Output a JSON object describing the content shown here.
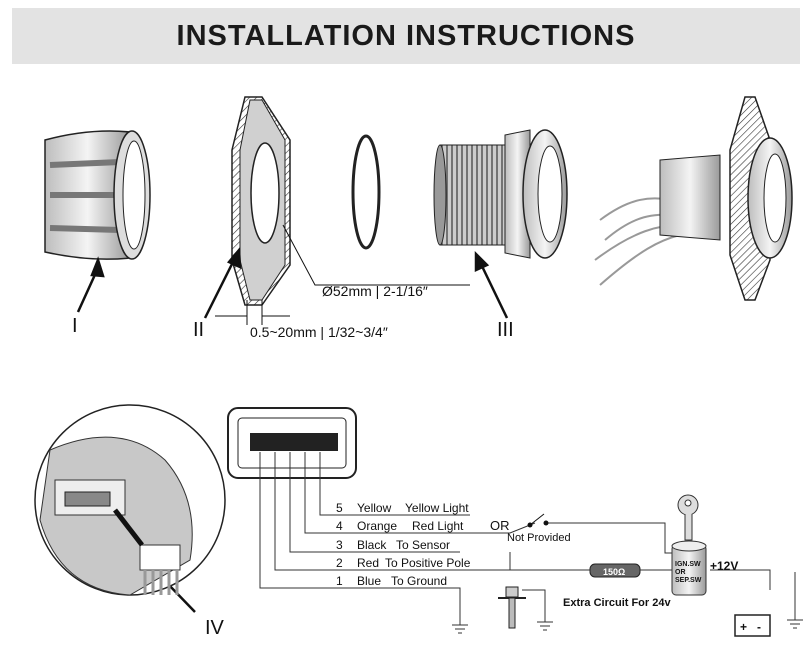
{
  "title": "INSTALLATION INSTRUCTIONS",
  "parts": {
    "labels": [
      "I",
      "II",
      "III",
      "IV"
    ],
    "diameter": "Ø52mm | 2-1/16″",
    "thickness": "0.5~20mm | 1/32~3/4″"
  },
  "wiring": [
    {
      "pin": "5",
      "color": "Yellow",
      "function": "Yellow Light"
    },
    {
      "pin": "4",
      "color": "Orange",
      "function": "Red Light"
    },
    {
      "pin": "3",
      "color": "Black",
      "function": "To Sensor"
    },
    {
      "pin": "2",
      "color": "Red",
      "function": "To Positive Pole"
    },
    {
      "pin": "1",
      "color": "Blue",
      "function": "To Ground"
    }
  ],
  "switch": {
    "or": "OR",
    "note": "Not Provided"
  },
  "ignition": {
    "line1": "IGN.SW",
    "line2": "OR",
    "line3": "SEP.SW"
  },
  "resistor": "150Ω",
  "voltage": "+12V",
  "battery": {
    "plus": "+",
    "minus": "-"
  },
  "extra_circuit": "Extra Circuit For 24v"
}
